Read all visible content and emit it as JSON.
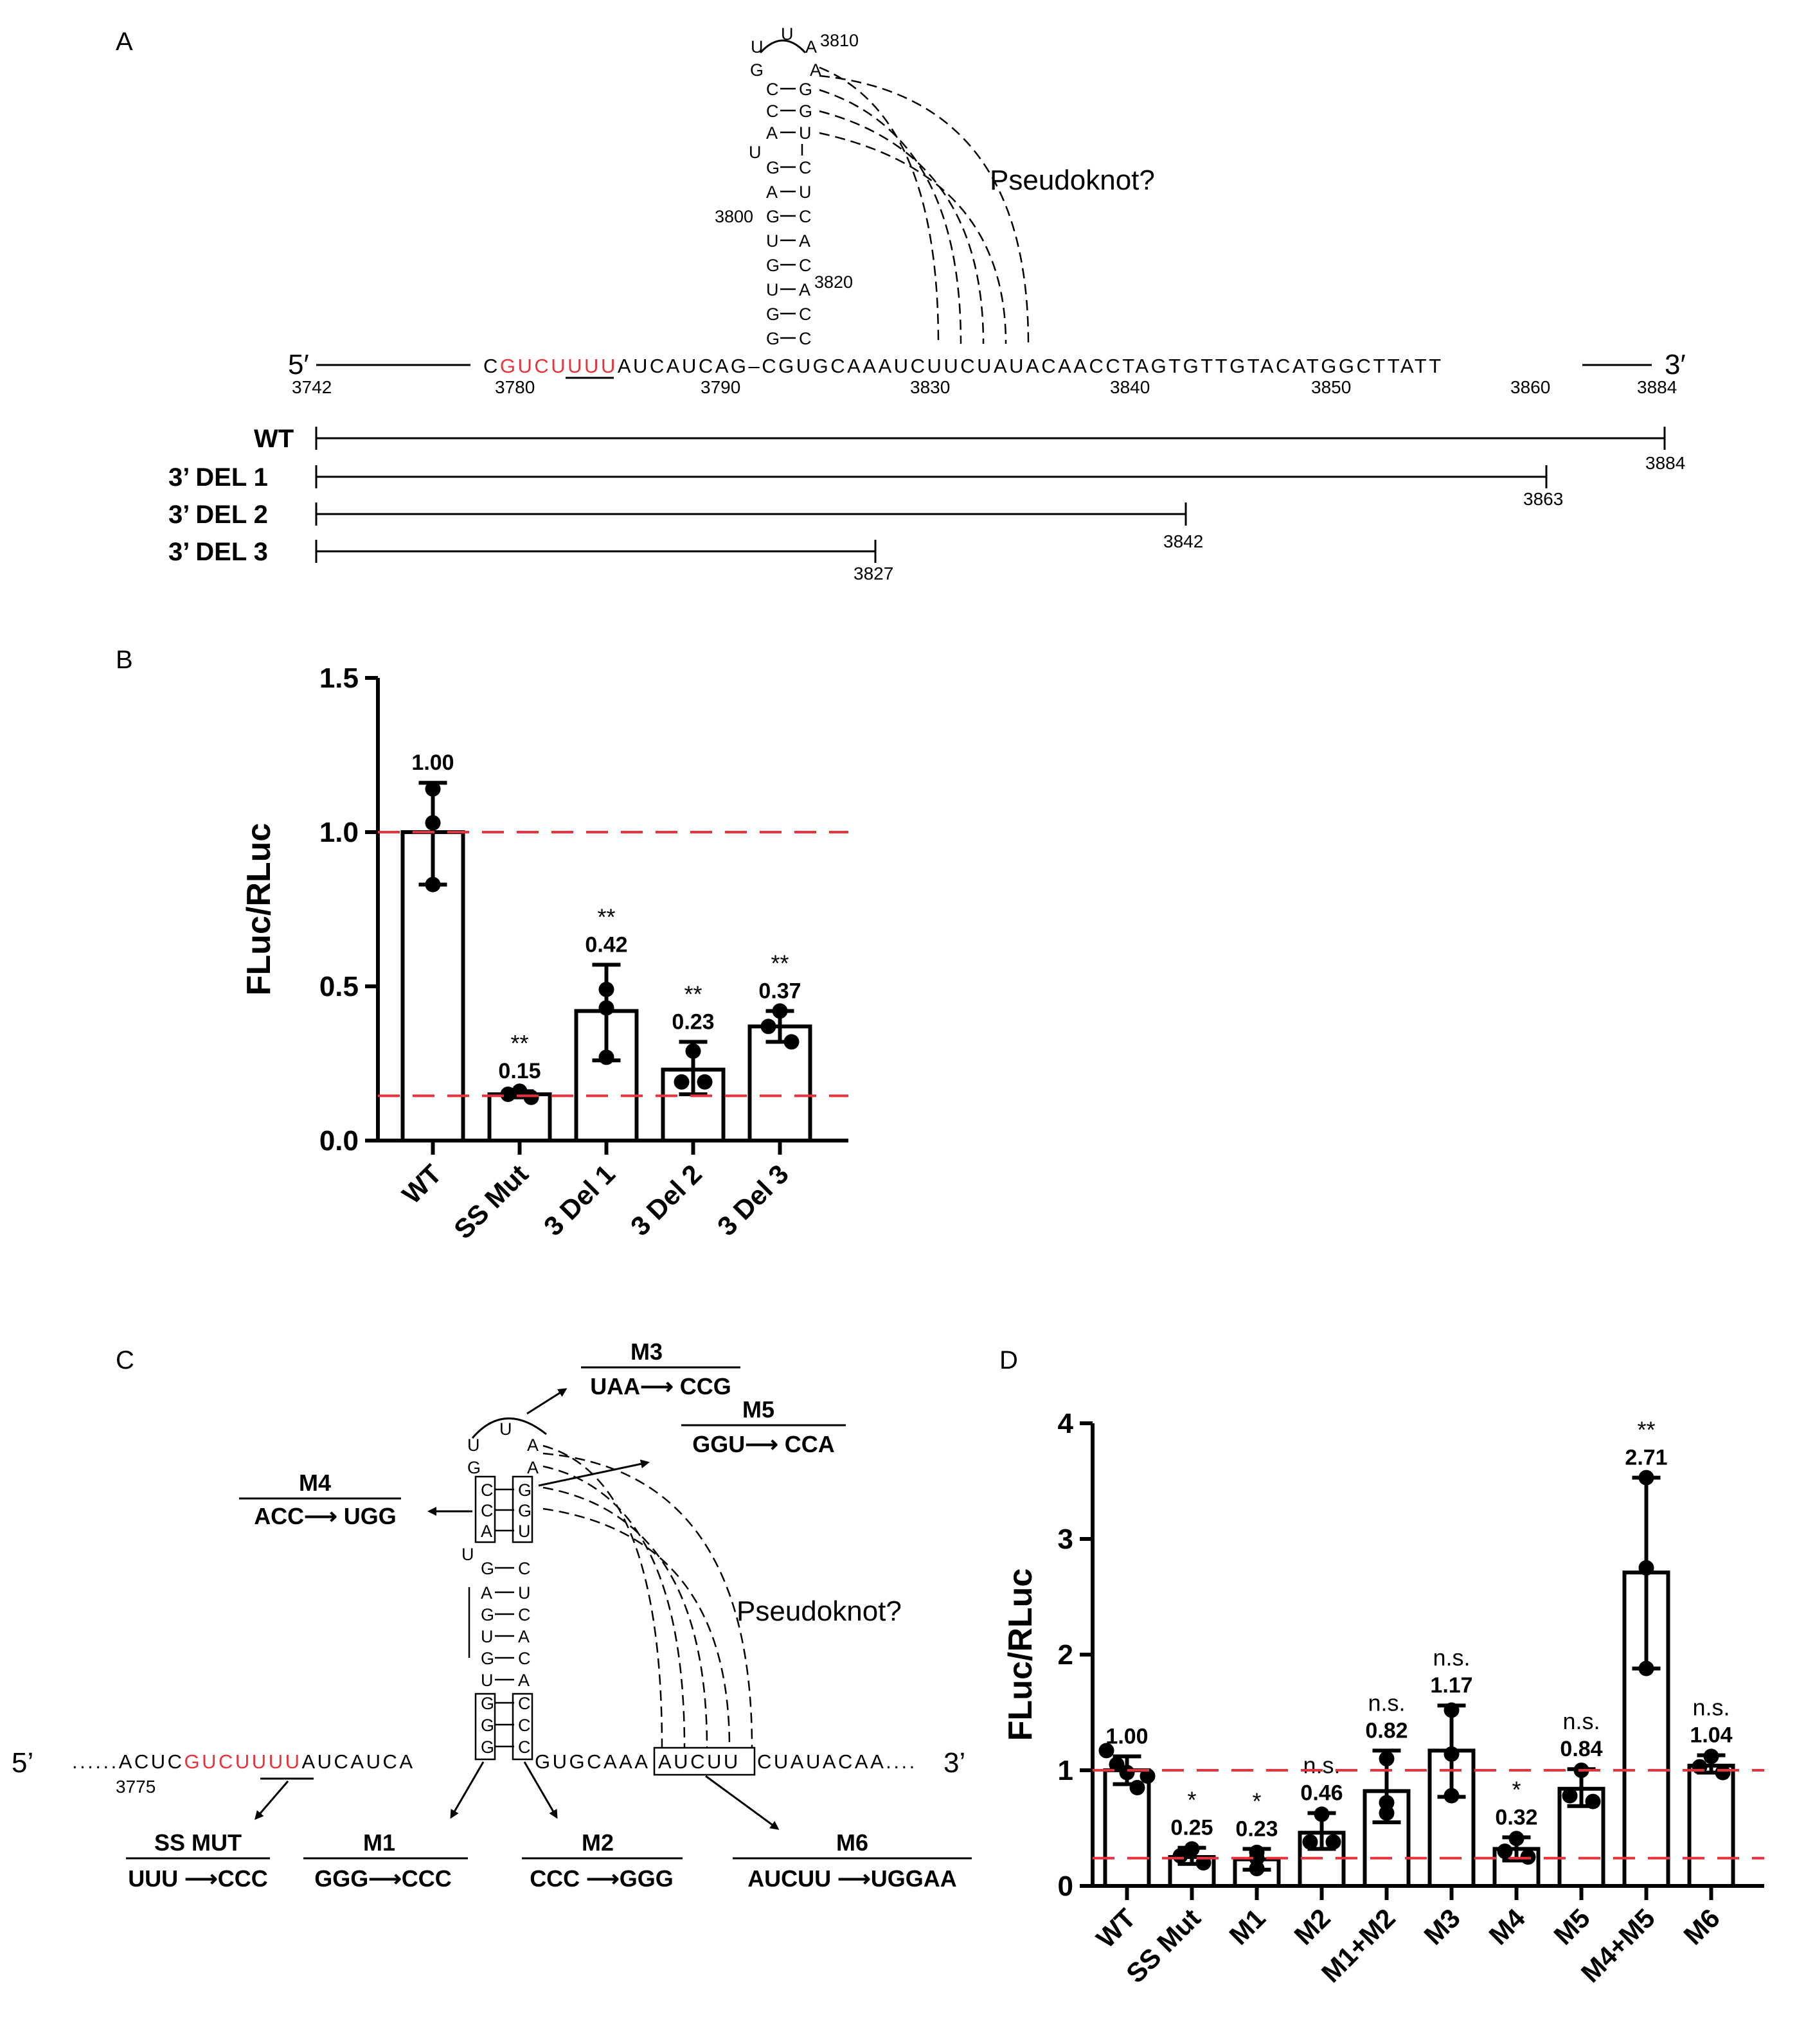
{
  "panels": {
    "a": "A",
    "b": "B",
    "c": "C",
    "d": "D"
  },
  "panel_a": {
    "stem_nts": {
      "loop_u1": "U",
      "loop_u2": "U",
      "loop_a": "A",
      "a3810": "3810",
      "l_g": "G",
      "r_a": "A",
      "p1_l": "C",
      "p1_r": "G",
      "p2_l": "C",
      "p2_r": "G",
      "p3_l": "A",
      "p3_r": "U",
      "bulge_u": "U",
      "p4_l": "G",
      "p4_r": "C",
      "p5_l": "A",
      "p5_r": "U",
      "n3800": "3800",
      "p6_l": "G",
      "p6_r": "C",
      "p7_l": "U",
      "p7_r": "A",
      "p8_l": "G",
      "p8_r": "C",
      "p9_l": "U",
      "p9_r": "A",
      "n3820": "3820",
      "p10_l": "G",
      "p10_r": "C",
      "p11_l": "G",
      "p11_r": "C"
    },
    "pseudoknot": "Pseudoknot?",
    "five_prime": "5′",
    "three_prime": "3′",
    "seq_black1": "C",
    "seq_red": "GUCUUUU",
    "seq_black2": "AUCAUCAG–CGUGCAAAUCUUCUAUACAACCTAGTGTTGTACATGGCTTATT",
    "positions": [
      "3742",
      "3780",
      "3790",
      "3830",
      "3840",
      "3850",
      "3860",
      "3884"
    ],
    "constructs": [
      {
        "name": "WT",
        "end": "3884"
      },
      {
        "name": "3’ DEL 1",
        "end": "3863"
      },
      {
        "name": "3’ DEL 2",
        "end": "3842"
      },
      {
        "name": "3’ DEL 3",
        "end": "3827"
      }
    ]
  },
  "panel_c": {
    "stem_nts": {
      "loop_u1": "U",
      "loop_u2": "U",
      "loop_a": "A",
      "l_g": "G",
      "r_a": "A",
      "p1_l": "C",
      "p1_r": "G",
      "p2_l": "C",
      "p2_r": "G",
      "p3_l": "A",
      "p3_r": "U",
      "bulge_u": "U",
      "p4_l": "G",
      "p4_r": "C",
      "p5_l": "A",
      "p5_r": "U",
      "p6_l": "G",
      "p6_r": "C",
      "p7_l": "U",
      "p7_r": "A",
      "p8_l": "G",
      "p8_r": "C",
      "p9_l": "U",
      "p9_r": "A",
      "p10_l": "G",
      "p10_r": "C",
      "p11_l": "G",
      "p11_r": "C",
      "p12_l": "G",
      "p12_r": "C"
    },
    "pseudoknot": "Pseudoknot?",
    "five_prime": "5’",
    "three_prime": "3’",
    "seq_dots": "......",
    "seq_black1": "ACUC",
    "seq_red": "GUCUUUU",
    "seq_black2": "AUCAUCA",
    "seq_black3": "GUGCAAA",
    "seq_box": "AUCUU",
    "seq_black4": "CUAUACAA....",
    "pos_3775": "3775",
    "mutants": [
      {
        "title": "M3",
        "change": "UAA⟶ CCG"
      },
      {
        "title": "M5",
        "change": "GGU⟶ CCA"
      },
      {
        "title": "M4",
        "change": "ACC⟶ UGG"
      },
      {
        "title": "SS MUT",
        "change": "UUU ⟶CCC"
      },
      {
        "title": "M1",
        "change": "GGG⟶CCC"
      },
      {
        "title": "M2",
        "change": "CCC ⟶GGG"
      },
      {
        "title": "M6",
        "change": "AUCUU ⟶UGGAA"
      }
    ]
  },
  "chart_data": [
    {
      "type": "bar",
      "panel": "B",
      "ylabel": "FLuc/RLuc",
      "ylim": [
        0,
        1.5
      ],
      "yticks": [
        "0.0",
        "0.5",
        "1.0",
        "1.5"
      ],
      "categories": [
        "WT",
        "SS Mut",
        "3 Del 1",
        "3 Del 2",
        "3 Del 3"
      ],
      "values": [
        1.0,
        0.15,
        0.42,
        0.23,
        0.37
      ],
      "value_labels": [
        "1.00",
        "0.15",
        "0.42",
        "0.23",
        "0.37"
      ],
      "error_upper": [
        1.16,
        0.16,
        0.57,
        0.32,
        0.42
      ],
      "error_lower": [
        0.83,
        0.14,
        0.26,
        0.15,
        0.32
      ],
      "points": [
        [
          1.14,
          1.03,
          0.83
        ],
        [
          0.16,
          0.15,
          0.14
        ],
        [
          0.49,
          0.43,
          0.27
        ],
        [
          0.29,
          0.19,
          0.19
        ],
        [
          0.42,
          0.37,
          0.32
        ]
      ],
      "significance": [
        "",
        "**",
        "**",
        "**",
        "**"
      ],
      "reference_lines": [
        1.0,
        0.145
      ],
      "reference_color": "#e8323c"
    },
    {
      "type": "bar",
      "panel": "D",
      "ylabel": "FLuc/RLuc",
      "ylim": [
        0,
        4
      ],
      "yticks": [
        "0",
        "1",
        "2",
        "3",
        "4"
      ],
      "categories": [
        "WT",
        "SS Mut",
        "M1",
        "M2",
        "M1+M2",
        "M3",
        "M4",
        "M5",
        "M4+M5",
        "M6"
      ],
      "values": [
        1.0,
        0.25,
        0.23,
        0.46,
        0.82,
        1.17,
        0.32,
        0.84,
        2.71,
        1.04
      ],
      "value_labels": [
        "1.00",
        "0.25",
        "0.23",
        "0.46",
        "0.82",
        "1.17",
        "0.32",
        "0.84",
        "2.71",
        "1.04"
      ],
      "error_upper": [
        1.12,
        0.33,
        0.32,
        0.63,
        1.17,
        1.56,
        0.42,
        1.01,
        3.53,
        1.13
      ],
      "error_lower": [
        0.88,
        0.19,
        0.14,
        0.32,
        0.55,
        0.77,
        0.22,
        0.69,
        1.88,
        0.98
      ],
      "points": [
        [
          1.17,
          1.05,
          0.98,
          0.85,
          0.95
        ],
        [
          0.32,
          0.26,
          0.2
        ],
        [
          0.29,
          0.24,
          0.15
        ],
        [
          0.62,
          0.38,
          0.38
        ],
        [
          1.1,
          0.72,
          0.63
        ],
        [
          1.52,
          1.14,
          0.78
        ],
        [
          0.41,
          0.3,
          0.25
        ],
        [
          1.0,
          0.78,
          0.73
        ],
        [
          3.53,
          2.75,
          1.88
        ],
        [
          1.12,
          1.03,
          0.98
        ]
      ],
      "significance": [
        "",
        "*",
        "*",
        "n.s.",
        "n.s.",
        "n.s.",
        "*",
        "n.s.",
        "**",
        "n.s."
      ],
      "reference_lines": [
        1.0,
        0.24
      ],
      "reference_color": "#e8323c"
    }
  ]
}
